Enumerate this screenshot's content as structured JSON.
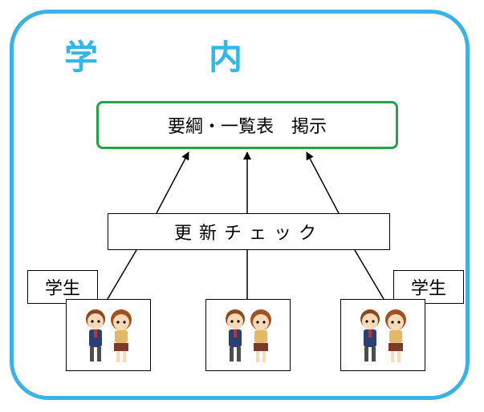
{
  "title": "学　内",
  "top_box": {
    "label": "要綱・一覧表　掲示"
  },
  "update_box": {
    "label": "更新チェック"
  },
  "students": [
    {
      "label": "学生",
      "side": "left"
    },
    {
      "label": "学生",
      "side": "right"
    }
  ],
  "colors": {
    "frame": "#3cb1e3",
    "title": "#33b7e8",
    "top_box_border": "#22a347"
  }
}
